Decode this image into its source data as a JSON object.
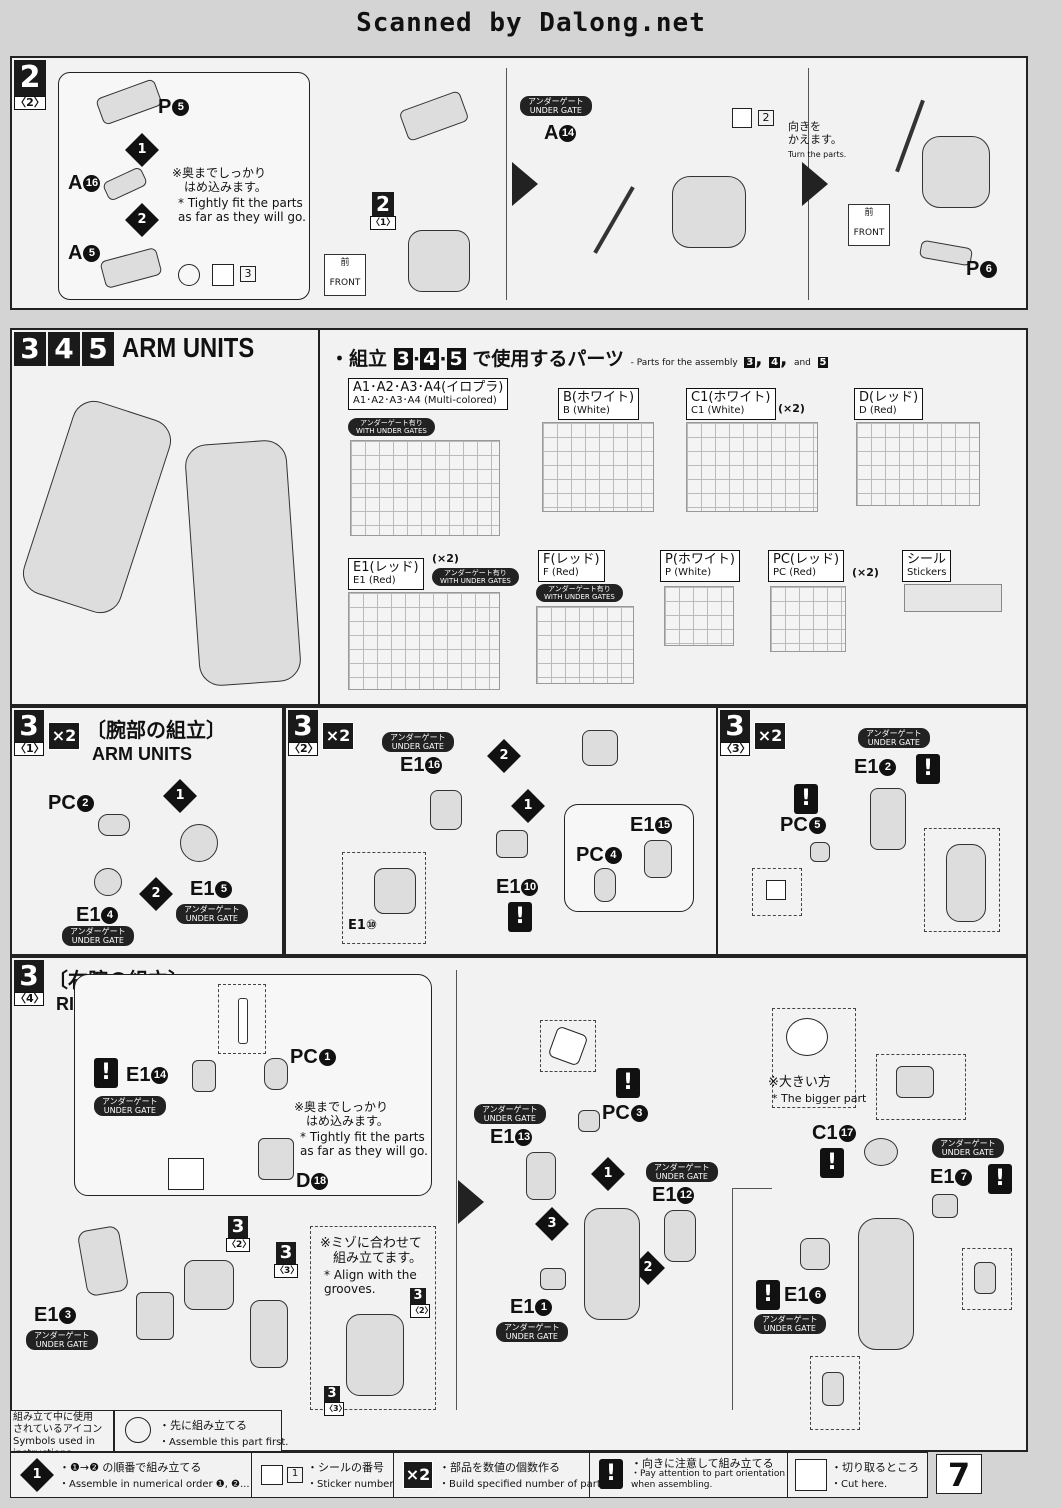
{
  "watermark": "Scanned by Dalong.net",
  "page_number": "7",
  "step2": {
    "num": "2",
    "sub": "〈2〉",
    "parts": {
      "p5": "P",
      "p5n": "5",
      "a16": "A",
      "a16n": "16",
      "a5": "A",
      "a5n": "5",
      "a14": "A",
      "a14n": "14",
      "p6": "P",
      "p6n": "6"
    },
    "order1": "1",
    "order2": "2",
    "note_jp": "※奥までしっかり\n　はめ込みます。",
    "note_en": "* Tightly fit the parts\n  as far as they will go.",
    "sticker_no_a": "3",
    "sticker_no_b": "2",
    "ref_num": "2",
    "ref_sub": "〈1〉",
    "gate": "アンダーゲート\nUNDER GATE",
    "turn_jp": "向きを\nかえます。",
    "turn_en": "Turn the parts.",
    "front_jp": "前",
    "front_en": "FRONT"
  },
  "step345": {
    "nums": [
      "3",
      "4",
      "5"
    ],
    "title": "ARM UNITS",
    "parts_heading_jp": "・組立",
    "parts_heading_jp2": "で使用するパーツ",
    "parts_heading_en": "- Parts for the assembly",
    "parts_heading_and": "and",
    "runners": [
      {
        "name": "A1･A2･A3･A4(イロプラ)",
        "sub": "A1･A2･A3･A4 (Multi-colored)",
        "gate": "アンダーゲート有り\nWITH UNDER GATES",
        "qty": ""
      },
      {
        "name": "B(ホワイト)",
        "sub": "B  (White)",
        "gate": "",
        "qty": ""
      },
      {
        "name": "C1(ホワイト)",
        "sub": "C1  (White)",
        "gate": "",
        "qty": "(×2)"
      },
      {
        "name": "D(レッド)",
        "sub": "D  (Red)",
        "gate": "",
        "qty": ""
      },
      {
        "name": "E1(レッド)",
        "sub": "E1  (Red)",
        "gate": "アンダーゲート有り\nWITH UNDER GATES",
        "qty": "(×2)"
      },
      {
        "name": "F(レッド)",
        "sub": "F  (Red)",
        "gate": "アンダーゲート有り\nWITH UNDER GATES",
        "qty": ""
      },
      {
        "name": "P(ホワイト)",
        "sub": "P  (White)",
        "gate": "",
        "qty": ""
      },
      {
        "name": "PC(レッド)",
        "sub": "PC  (Red)",
        "gate": "",
        "qty": "(×2)"
      },
      {
        "name": "シール",
        "sub": "Stickers",
        "gate": "",
        "qty": ""
      }
    ]
  },
  "step3_1": {
    "num": "3",
    "sub": "〈1〉",
    "x2": "×2",
    "title_jp": "〔腕部の組立〕",
    "title_en": "ARM UNITS",
    "pc2": "PC",
    "pc2n": "2",
    "e14": "E1",
    "e14n": "4",
    "e15": "E1",
    "e15n": "5",
    "gate": "アンダーゲート\nUNDER GATE"
  },
  "step3_2": {
    "num": "3",
    "sub": "〈2〉",
    "x2": "×2",
    "e116": "E1",
    "e116n": "16",
    "e115": "E1",
    "e115n": "15",
    "e110": "E1",
    "e110n": "10",
    "pc4": "PC",
    "pc4n": "4",
    "e110s": "E1⑩",
    "gate": "アンダーゲート\nUNDER GATE"
  },
  "step3_3": {
    "num": "3",
    "sub": "〈3〉",
    "x2": "×2",
    "e12": "E1",
    "e12n": "2",
    "pc5": "PC",
    "pc5n": "5",
    "gate": "アンダーゲート\nUNDER GATE"
  },
  "step3_4": {
    "num": "3",
    "sub": "〈4〉",
    "title_jp": "〔右腕の組立〕",
    "title_en": "RIGHT ARM",
    "e114": "E1",
    "e114n": "14",
    "pc1": "PC",
    "pc1n": "1",
    "d18": "D",
    "d18n": "18",
    "e13": "E1",
    "e13n": "3",
    "e113": "E1",
    "e113n": "13",
    "pc3": "PC",
    "pc3n": "3",
    "e112": "E1",
    "e112n": "12",
    "e11": "E1",
    "e11n": "1",
    "c117": "C1",
    "c117n": "17",
    "e17": "E1",
    "e17n": "7",
    "e16": "E1",
    "e16n": "6",
    "note_jp": "※奥までしっかり\n　はめ込みます。",
    "note_en": "* Tightly fit the parts\n  as far as they will go.",
    "groove_jp": "※ミゾに合わせて\n　組み立てます。",
    "groove_en": "* Align with the\n  grooves.",
    "bigger_jp": "※大きい方",
    "bigger_en": "* The bigger part",
    "ref3_2": "〈2〉",
    "ref3_3": "〈3〉",
    "ref3": "3",
    "gate": "アンダーゲート\nUNDER GATE"
  },
  "legend": {
    "heading": "組み立て中に使用\nされているアイコン\nSymbols used in instructions",
    "first_jp": "・先に組み立てる",
    "first_en": "・Assemble this part first.",
    "order_jp": "・❶→❷ の順番で組み立てる",
    "order_en": "・Assemble in numerical order ❶, ❷...",
    "sticker_jp": "・シールの番号",
    "sticker_en": "・Sticker number",
    "sticker_num": "1",
    "qty_label": "×2",
    "qty_jp": "・部品を数値の個数作る",
    "qty_en": "・Build specified number of parts.",
    "orient_jp": "・向きに注意して組み立てる",
    "orient_en": "・Pay attention to part orientation\n  when assembling.",
    "cut_jp": "・切り取るところ",
    "cut_en": "・Cut here."
  }
}
